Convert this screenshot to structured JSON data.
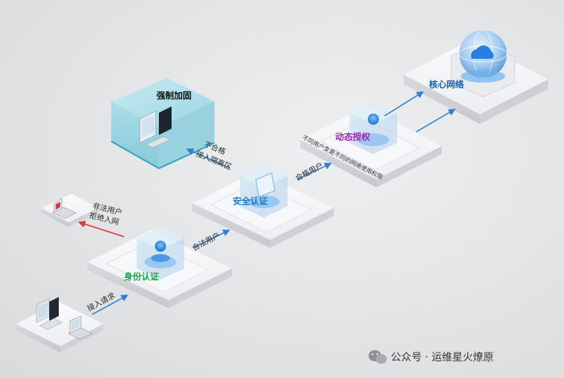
{
  "diagram": {
    "stages": {
      "identity": {
        "title": "身份认证",
        "color": "#1aa34a"
      },
      "security": {
        "title": "安全认证",
        "color": "#1e78c8"
      },
      "dynamic": {
        "title": "动态授权",
        "color": "#9c27b0"
      },
      "core": {
        "title": "核心网络",
        "color": "#1e5ea8"
      },
      "quarantine": {
        "title": "强制加固",
        "color": "#111111"
      }
    },
    "labels": {
      "access_request": "接入请求",
      "legit_user": "合法用户",
      "compliant_user": "合格用户",
      "illegal_user_line1": "非法用户",
      "illegal_user_line2": "拒绝入网",
      "noncompliant_line1": "不合格",
      "noncompliant_line2": "接入隔离区",
      "dynamic_note": "不同用户变更不同的网络使用权限"
    }
  },
  "watermark": {
    "text": "公众号 · 运维星火燎原",
    "icon": "wechat-icon"
  },
  "colors": {
    "arrow_blue": "#2f7fd6",
    "arrow_red": "#d63b3b",
    "platform": "#f4f5f7",
    "quarantine_fill": "#8fd4e3"
  }
}
